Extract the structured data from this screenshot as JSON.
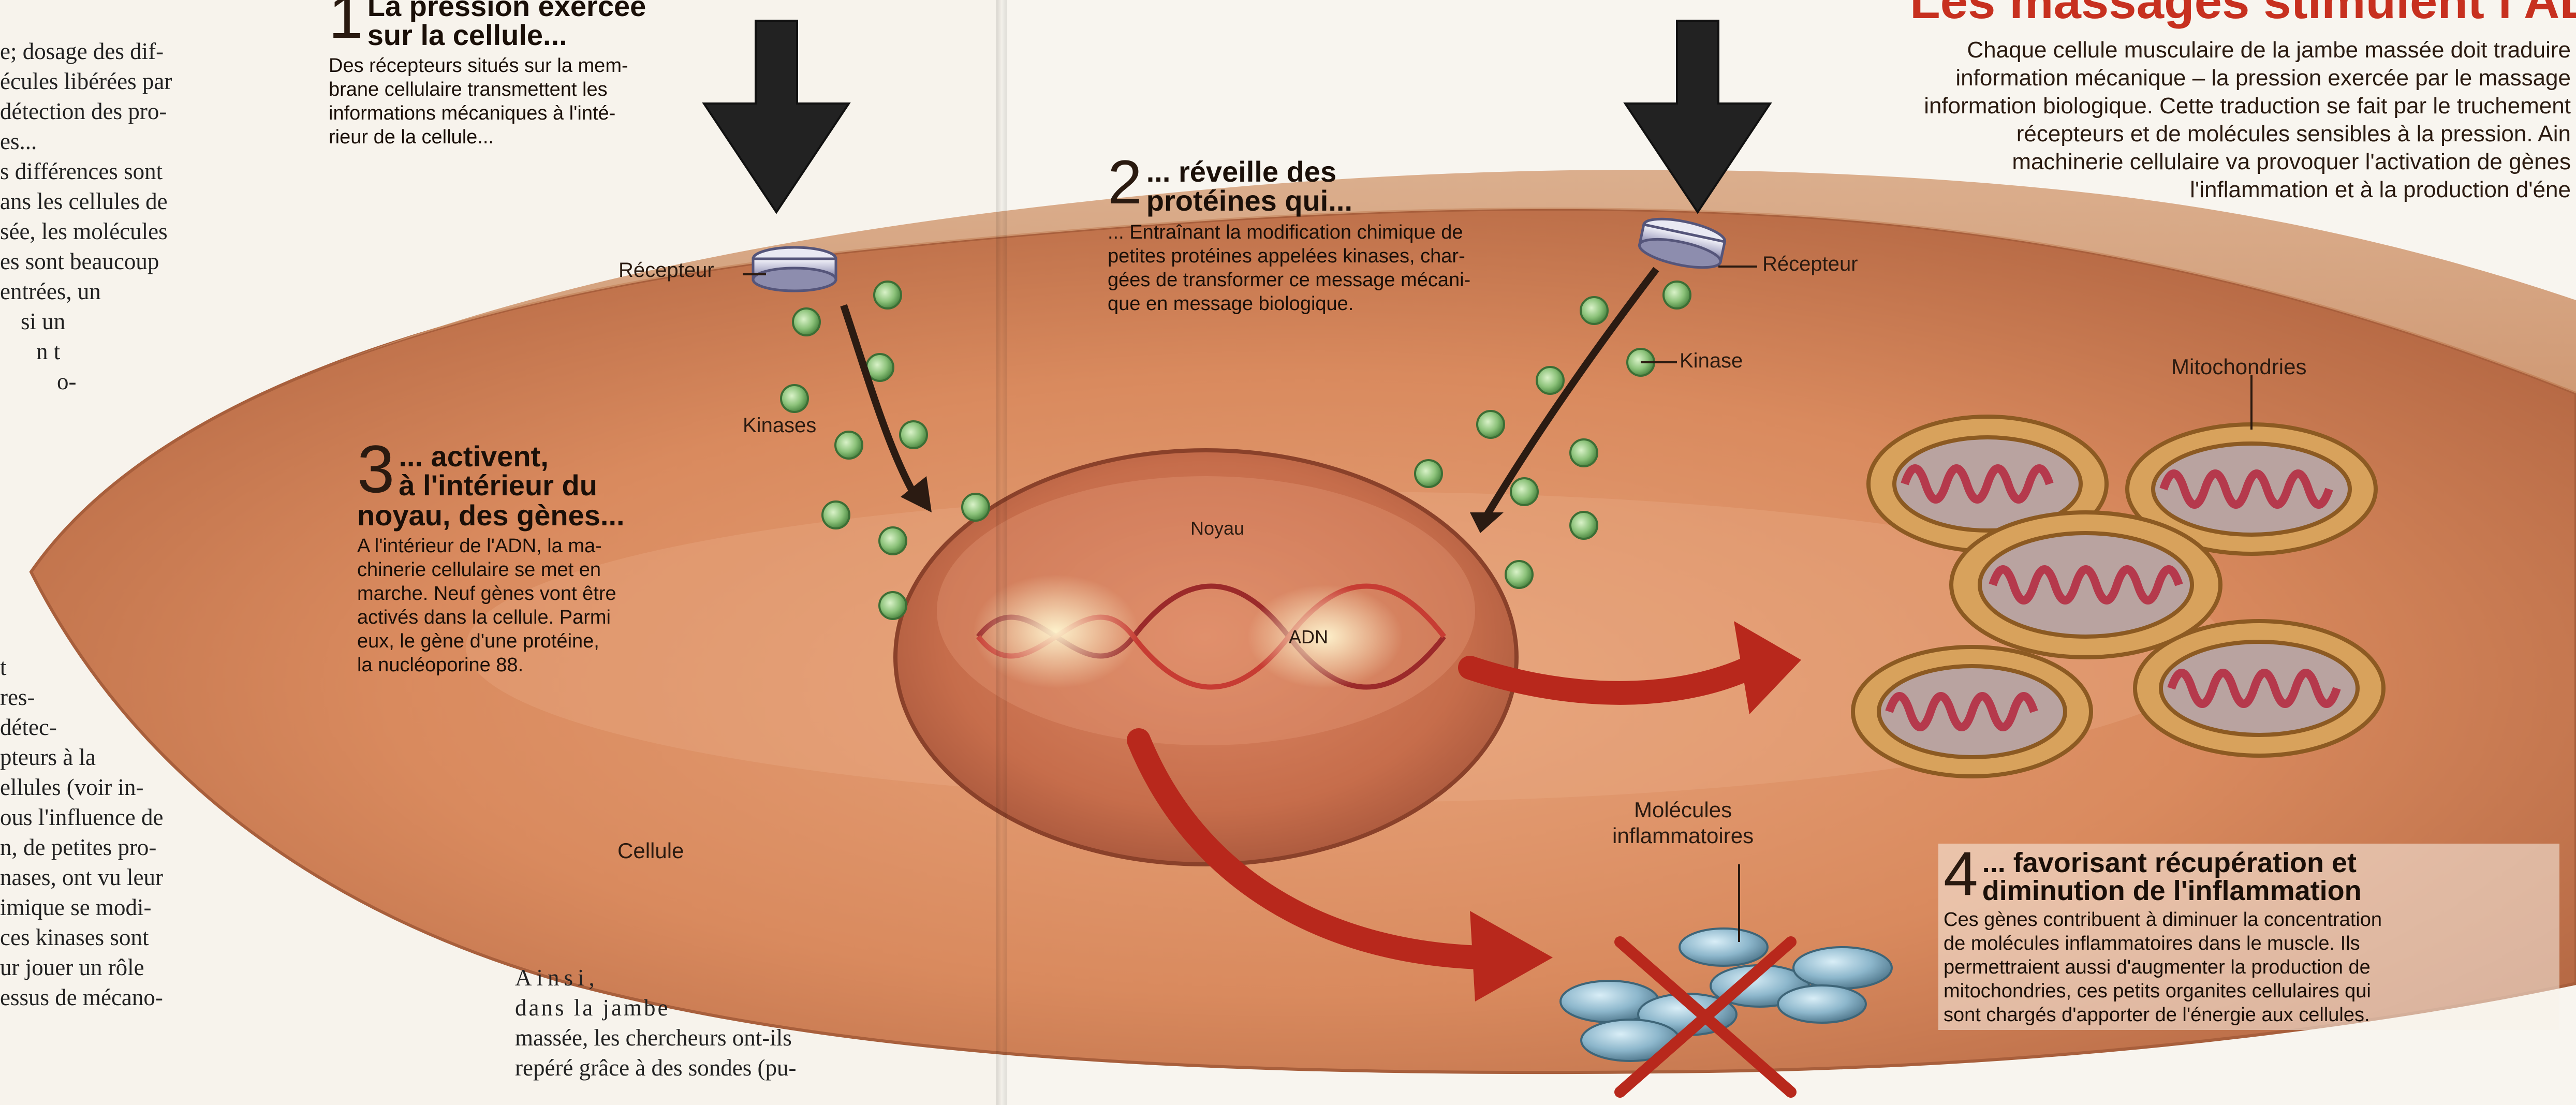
{
  "left_column_fragments": [
    "e; dosage des dif-",
    "écules libérées par",
    "détection des pro-",
    "es...",
    "s différences sont",
    "ans les cellules de",
    "sée, les molécules",
    "es sont beaucoup",
    "entrées, un",
    "si un",
    "n t",
    "o-",
    "t",
    "res-",
    "détec-",
    "pteurs à la",
    "ellules (voir in-",
    "ous l'influence de",
    "n, de petites pro-",
    "nases, ont vu leur",
    "imique se modi-",
    "ces kinases sont",
    "ur jouer un rôle",
    "essus de mécano-"
  ],
  "bottom_text": {
    "line1": "Ainsi,",
    "line2": "dans la jambe",
    "line3": "massée, les chercheurs ont-ils",
    "line4": "repéré grâce à des sondes (pu-"
  },
  "heading_right": "Les massages stimulent l'ADN",
  "right_intro": [
    "Chaque cellule musculaire de la jambe massée doit traduire",
    "information mécanique – la pression exercée par le massage",
    "information biologique. Cette traduction se fait par le truchement",
    "récepteurs et de molécules sensibles à la pression. Ain",
    "machinerie cellulaire va provoquer l'activation de gènes",
    "l'inflammation et à la production d'éne"
  ],
  "steps": {
    "s1": {
      "num": "1",
      "title_l1": "La pression exercée",
      "title_l2": "sur la cellule...",
      "body": [
        "Des récepteurs situés sur la mem-",
        "brane cellulaire transmettent les",
        "informations mécaniques à l'inté-",
        "rieur de la cellule..."
      ]
    },
    "s2": {
      "num": "2",
      "title_l1": "... réveille des",
      "title_l2": "protéines qui...",
      "body": [
        "... Entraînant la modification chimique de",
        "petites protéines appelées kinases, char-",
        "gées de transformer ce message mécani-",
        "que en message biologique."
      ]
    },
    "s3": {
      "num": "3",
      "title_l1": "... activent,",
      "title_l2": "à l'intérieur du",
      "title_l3": "noyau, des gènes...",
      "body": [
        "A l'intérieur de l'ADN, la ma-",
        "chinerie cellulaire se met en",
        "marche. Neuf gènes vont être",
        "activés dans la cellule. Parmi",
        "eux, le gène d'une protéine,",
        "la nucléoporine 88."
      ]
    },
    "s4": {
      "num": "4",
      "title_l1": "... favorisant récupération et",
      "title_l2": "diminution de l'inflammation",
      "body": [
        "Ces gènes contribuent à diminuer la concentration",
        "de molécules inflammatoires dans le muscle. Ils",
        "permettraient aussi d'augmenter la production de",
        "mitochondries, ces petits organites cellulaires qui",
        "sont chargés d'apporter de l'énergie aux cellules."
      ]
    }
  },
  "labels": {
    "recepteur_left": "Récepteur",
    "recepteur_right": "Récepteur",
    "kinases": "Kinases",
    "kinase": "Kinase",
    "noyau": "Noyau",
    "adn": "ADN",
    "cellule": "Cellule",
    "mitochondries": "Mitochondries",
    "molecules_l1": "Molécules",
    "molecules_l2": "inflammatoires"
  },
  "colors": {
    "cell_fill": "#d98a5e",
    "cell_edge": "#b9653c",
    "nucleus_fill": "#c66d4b",
    "arrow_red": "#b8281c",
    "kinase_green": "#8cc27a",
    "mito_outer": "#d8a25c",
    "mito_inner": "#b5394c",
    "heading_red": "#c7301f"
  }
}
